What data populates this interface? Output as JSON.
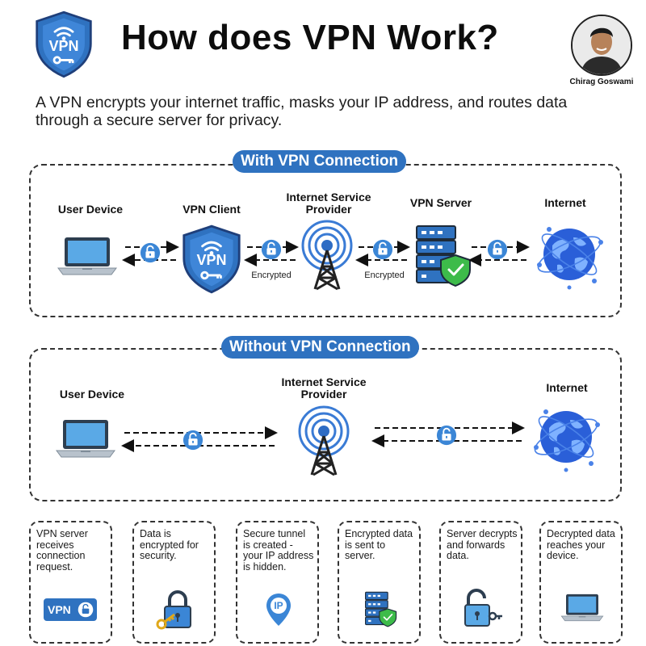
{
  "header": {
    "logo_text": "VPN",
    "title": "How does VPN Work?",
    "author": "Chirag Goswami",
    "intro": "A VPN encrypts your internet traffic, masks your IP address, and routes data through a secure server for privacy."
  },
  "with_vpn": {
    "title": "With VPN Connection",
    "nodes": {
      "user_device": "User Device",
      "vpn_client": "VPN Client",
      "isp": "Internet Service Provider",
      "vpn_server": "VPN Server",
      "internet": "Internet"
    },
    "client_icon_text": "VPN",
    "encrypted_label_1": "Encrypted",
    "encrypted_label_2": "Encrypted"
  },
  "without_vpn": {
    "title": "Without VPN Connection",
    "nodes": {
      "user_device": "User Device",
      "isp": "Internet Service Provider",
      "internet": "Internet"
    }
  },
  "steps": [
    {
      "text": "VPN server receives connection request.",
      "icon": "vpn-badge-icon",
      "badge": "VPN"
    },
    {
      "text": "Data is encrypted for security.",
      "icon": "padlock-key-icon"
    },
    {
      "text": "Secure tunnel is created - your IP address is hidden.",
      "icon": "ip-pin-icon",
      "badge": "IP"
    },
    {
      "text": "Encrypted data is sent to server.",
      "icon": "server-shield-icon"
    },
    {
      "text": "Server decrypts and forwards data.",
      "icon": "unlocked-padlock-icon"
    },
    {
      "text": "Decrypted data reaches your device.",
      "icon": "laptop-icon"
    }
  ],
  "colors": {
    "accent": "#2f72c0",
    "icon_blue": "#3b86d6",
    "globe_blue": "#2a5fd8",
    "shield_green": "#3dbb4a"
  }
}
